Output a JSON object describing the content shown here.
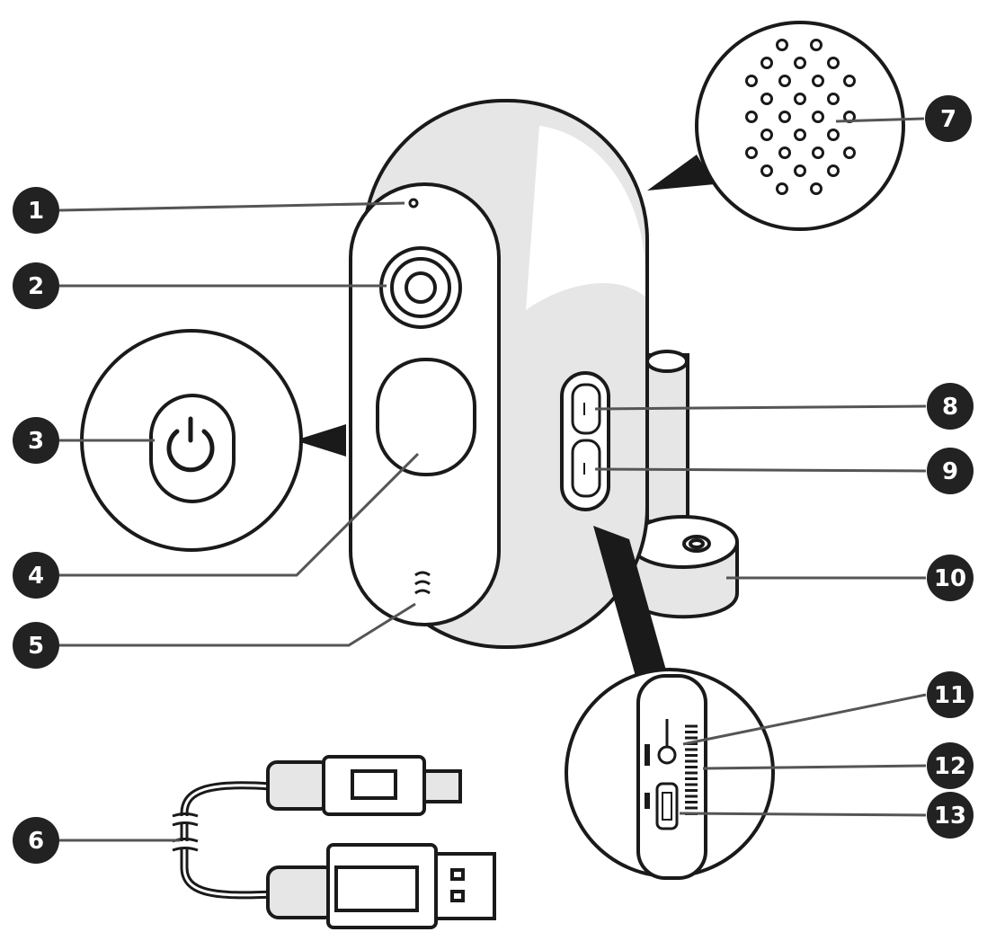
{
  "colors": {
    "line": "#1a1a1a",
    "shade": "#e6e6e6",
    "shade_dark": "#d4d4d4",
    "badge": "#222222",
    "badge_text": "#ffffff",
    "background": "#ffffff"
  },
  "callouts": [
    {
      "id": "1",
      "label": "1",
      "part": "indicator-light"
    },
    {
      "id": "2",
      "label": "2",
      "part": "camera-lens"
    },
    {
      "id": "3",
      "label": "3",
      "part": "power-button"
    },
    {
      "id": "4",
      "label": "4",
      "part": "pir-motion-sensor"
    },
    {
      "id": "5",
      "label": "5",
      "part": "microphone"
    },
    {
      "id": "6",
      "label": "6",
      "part": "usb-cable"
    },
    {
      "id": "7",
      "label": "7",
      "part": "speaker"
    },
    {
      "id": "8",
      "label": "8",
      "part": "side-button-upper"
    },
    {
      "id": "9",
      "label": "9",
      "part": "side-button-lower"
    },
    {
      "id": "10",
      "label": "10",
      "part": "mount-base"
    },
    {
      "id": "11",
      "label": "11",
      "part": "reset-button"
    },
    {
      "id": "12",
      "label": "12",
      "part": "micro-sd-card-slot"
    },
    {
      "id": "13",
      "label": "13",
      "part": "micro-usb-port"
    }
  ]
}
